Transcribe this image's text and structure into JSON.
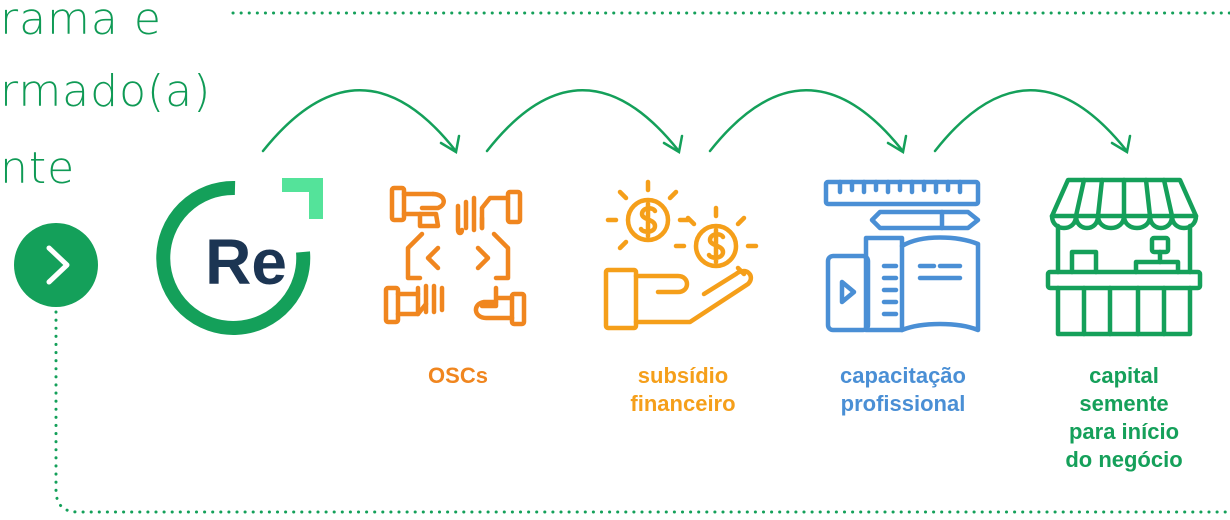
{
  "heading": {
    "line1": "rama e",
    "line2": "rmado(a)",
    "line3": "nte"
  },
  "next_button": {
    "icon": "chevron-right-icon"
  },
  "logo": {
    "text": "Re",
    "text_color": "#1c3553",
    "ring_color": "#14a05a",
    "corner_color": "#54e39a"
  },
  "steps": [
    {
      "icon": "handshake-icon",
      "label": "OSCs",
      "color": "#f0861f"
    },
    {
      "icon": "coins-hand-icon",
      "label": "subsídio\nfinanceiro",
      "color": "#f59f1a"
    },
    {
      "icon": "book-ruler-icon",
      "label": "capacitação\nprofissional",
      "color": "#4a8fd5"
    },
    {
      "icon": "storefront-icon",
      "label": "capital\nsemente\npara início\ndo negócio",
      "color": "#15a05a"
    }
  ],
  "colors": {
    "accent_green": "#0f9a55",
    "dotted_line": "#14a05a"
  }
}
